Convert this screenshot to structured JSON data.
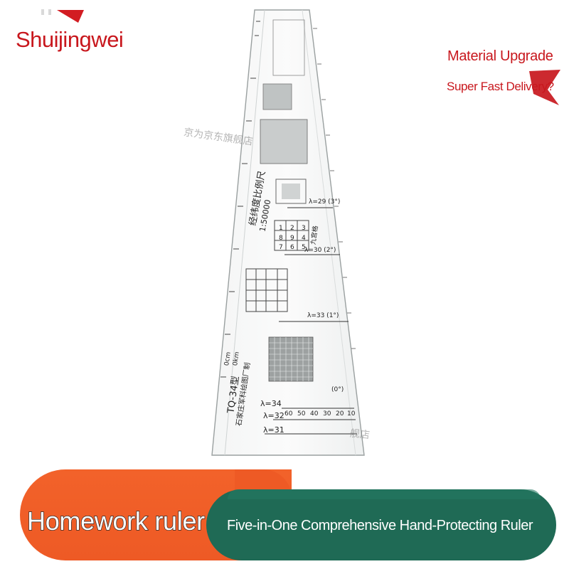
{
  "brand": {
    "name": "Shuijingwei",
    "accent_color": "#c8171d"
  },
  "promo": {
    "line1": "Material Upgrade",
    "line2": "Super Fast Delivery?"
  },
  "watermark": {
    "text_top": "京为京东旗舰店",
    "text_bottom": "舰店"
  },
  "ruler": {
    "model": "TQ-34型",
    "maker": "石家庄军科绘图厂制",
    "title": "经纬度比例尺",
    "scale": "1:50000",
    "section_label": "九宫格",
    "unit_top": "0cm",
    "unit_bottom": "0km",
    "lambda_labels": [
      "λ=34",
      "λ=32",
      "λ=31",
      "λ=33 (1°)",
      "λ=30 (2°)",
      "λ=29 (3°)",
      "(0°)"
    ],
    "grid_numbers": [
      "1",
      "2",
      "3",
      "8",
      "9",
      "4",
      "7",
      "6",
      "5"
    ],
    "tick_numbers": [
      "60",
      "50",
      "40",
      "30",
      "20",
      "10"
    ]
  },
  "banner": {
    "left_label": "Homework ruler",
    "right_label": "Five-in-One Comprehensive Hand-Protecting Ruler",
    "left_color": "#ee5a25",
    "right_color": "#1f6a55"
  }
}
